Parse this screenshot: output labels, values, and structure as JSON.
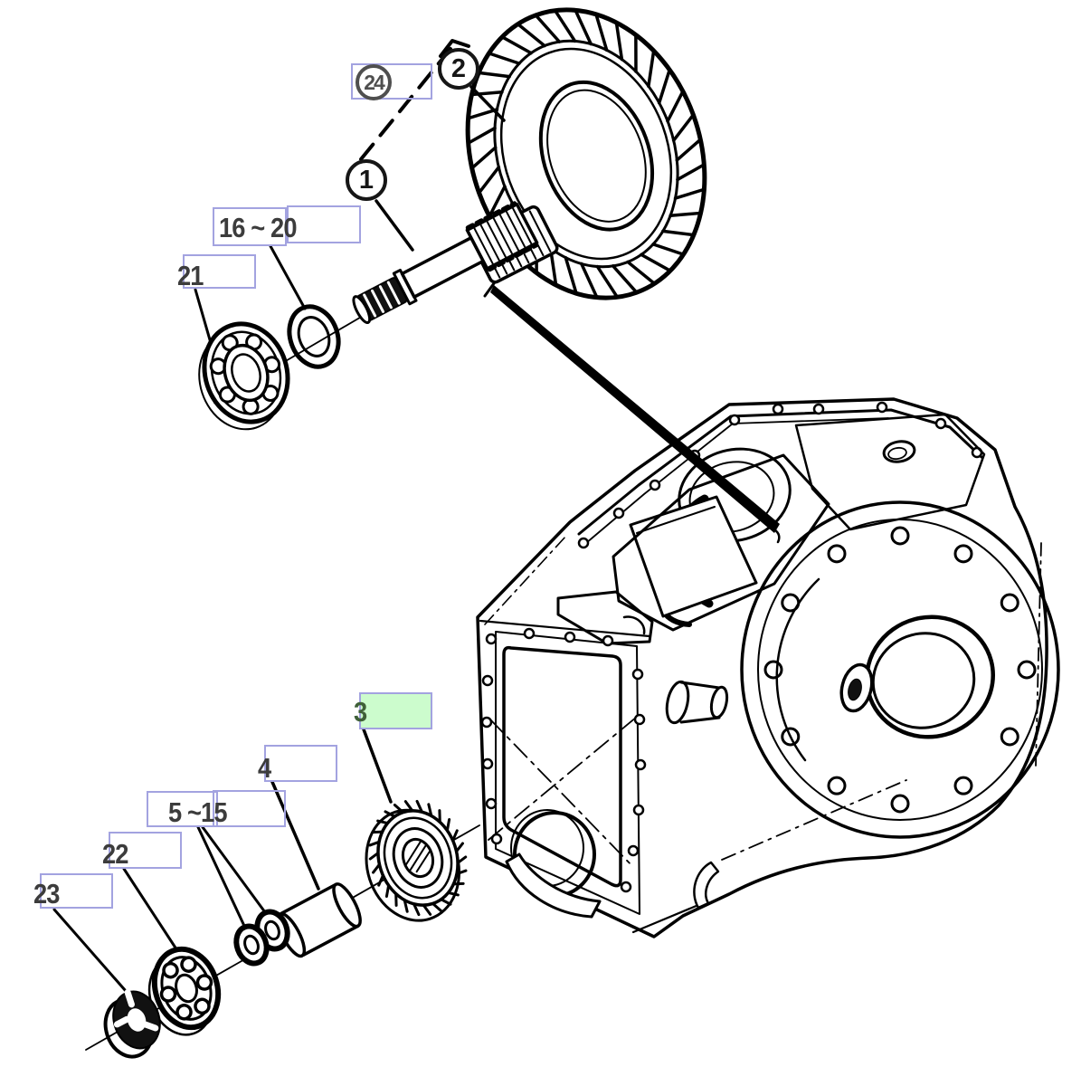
{
  "figure": {
    "kind": "exploded-parts-diagram",
    "subject": "bevel pinion shaft, gears, bearings and transmission case",
    "callouts": {
      "n1": {
        "label": "1",
        "style": "circled"
      },
      "n2": {
        "label": "2",
        "style": "circled"
      },
      "n24": {
        "label": "24",
        "style": "circled-in-box"
      },
      "n16_20": {
        "label": "16 ~ 20",
        "style": "boxed"
      },
      "n21": {
        "label": "21",
        "style": "boxed"
      },
      "n3": {
        "label": "3",
        "style": "boxed-highlighted"
      },
      "n4": {
        "label": "4",
        "style": "boxed"
      },
      "n5_15": {
        "label": "5 ~15",
        "style": "boxed"
      },
      "n22": {
        "label": "22",
        "style": "boxed"
      },
      "n23": {
        "label": "23",
        "style": "boxed"
      }
    },
    "colors": {
      "ink": "#000000",
      "label_ink": "#3c3c3c",
      "hotspot_border": "#a3a3e0",
      "highlight_fill": "#ccfccd",
      "highlight_ink": "#3f6038",
      "background": "#ffffff"
    }
  }
}
